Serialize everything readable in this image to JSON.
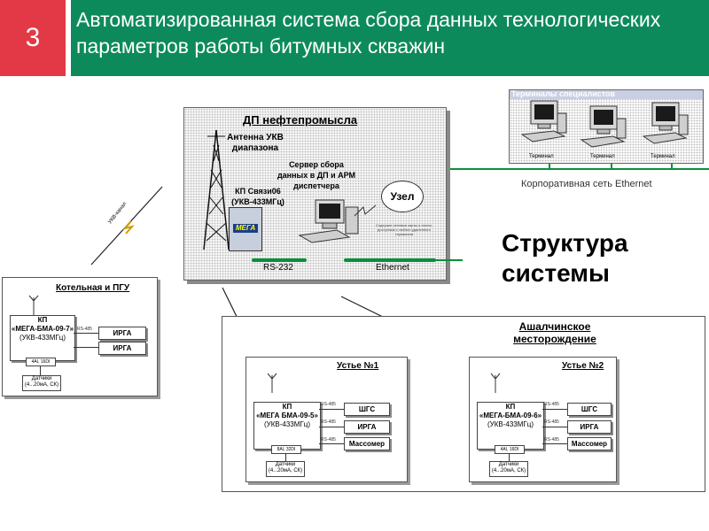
{
  "slide": {
    "number": "3",
    "title": "Автоматизированная система сбора данных технологических параметров работы битумных скважин"
  },
  "colors": {
    "number_bg": "#e33845",
    "title_bg": "#0d8a5c",
    "title_text": "#ffffff"
  },
  "dp": {
    "title": "ДП нефтепромысла",
    "antenna": "Антенна УКВ диапазона",
    "server": "Сервер сбора данных в ДП и АРМ диспетчера",
    "kp_svyazi": "КП Связи06 (УКВ-433МГц)",
    "logo": "МЕГА",
    "node": "Узел",
    "node_desc": "Содержит сетевые карты и плоты, доступные с любого удаленного терминала",
    "rs232": "RS-232",
    "ethernet": "Ethernet"
  },
  "terminals": {
    "title": "Терминалы специалистов",
    "items": [
      "Терминал",
      "Терминал",
      "Терминал"
    ],
    "network": "Корпоративная сеть Ethernet"
  },
  "structure_label": "Структура системы",
  "radio": {
    "label": "УКВ-канал"
  },
  "boiler": {
    "title": "Котельная и ПГУ",
    "kp_name": "КП",
    "kp_model": "«МЕГА-БМА-09-7»",
    "kp_freq": "(УКВ-433МГц)",
    "io": "4AI, 16DI",
    "rs": "RS-485",
    "devices": [
      "ИРГА",
      "ИРГА"
    ],
    "sensors": "Датчики (4...20мА, СК)"
  },
  "field": {
    "title": "Ашалчинское месторождение",
    "wells": [
      {
        "title": "Устье №1",
        "kp_name": "КП",
        "kp_model": "«МЕГА БМА-09-5»",
        "kp_freq": "(УКВ-433МГц)",
        "io": "8AI, 32DI",
        "rs": [
          "RS-485",
          "RS-485",
          "RS-485"
        ],
        "devices": [
          "ШГС",
          "ИРГА",
          "Массомер"
        ],
        "sensors": "Датчики (4...20мА, СК)"
      },
      {
        "title": "Устье №2",
        "kp_name": "КП",
        "kp_model": "«МЕГА-БМА-09-6»",
        "kp_freq": "(УКВ-433МГц)",
        "io": "4AI, 16DI",
        "rs": [
          "RS-485",
          "RS-485",
          "RS-485"
        ],
        "devices": [
          "ШГС",
          "ИРГА",
          "Массомер"
        ],
        "sensors": "Датчики (4...20мА, СК)"
      }
    ]
  }
}
